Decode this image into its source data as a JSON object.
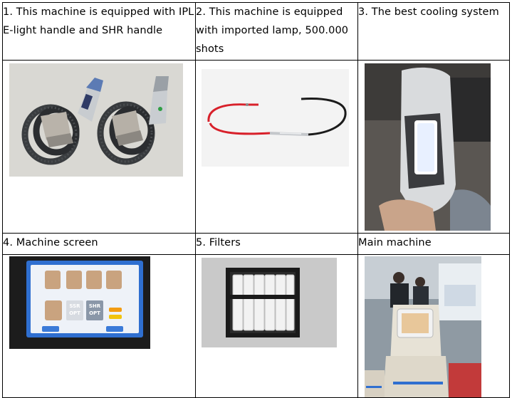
{
  "cells": {
    "c1": "1.  This machine is equipped with IPL E-light handle and SHR handle",
    "c2": "2.  This machine is equipped with imported lamp, 500.000 shots",
    "c3": "3.  The best cooling system",
    "c4": "4.  Machine screen",
    "c5": "5.  Filters",
    "c6": "Main machine"
  },
  "screen": {
    "btn_ssr": "SSR\nOPT",
    "btn_shr": "SHR\nOPT"
  },
  "colors": {
    "border": "#000000",
    "background": "#ffffff",
    "screen_blue": "#2f6fd0",
    "lamp_red": "#d8202a"
  }
}
